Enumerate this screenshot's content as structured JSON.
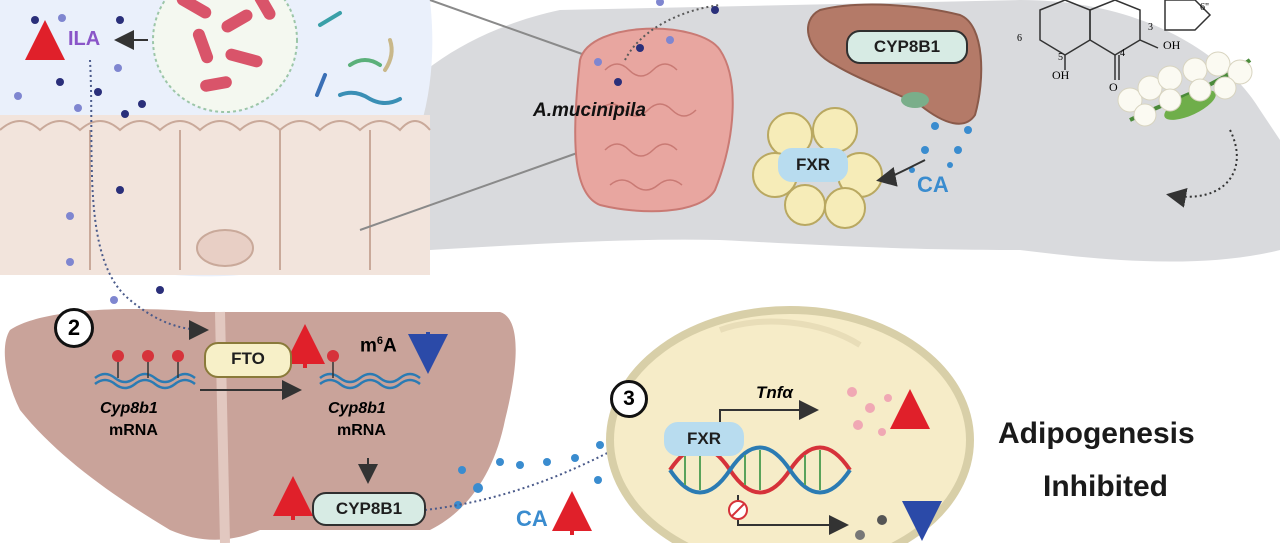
{
  "top": {
    "ila_label": "ILA",
    "bacterium_label": "A.mucinipila",
    "liver_enzyme_label": "CYP8B1",
    "adipose_receptor_label": "FXR",
    "bile_acid_label": "CA",
    "chem_labels": [
      "6",
      "5",
      "OH",
      "O",
      "4",
      "3",
      "OH",
      "6\""
    ]
  },
  "liver_panel": {
    "step_number": "2",
    "fto_label": "FTO",
    "m6a_label": "m",
    "m6a_sup": "6",
    "m6a_suffix": "A",
    "gene_left": "Cyp8b1",
    "mrna_left": "mRNA",
    "gene_right": "Cyp8b1",
    "mrna_right": "mRNA",
    "enzyme_label": "CYP8B1",
    "bile_acid_label": "CA"
  },
  "adipocyte_panel": {
    "step_number": "3",
    "receptor_label": "FXR",
    "cytokine_label": "Tnfα",
    "outcome_line1": "Adipogenesis",
    "outcome_line2": "Inhibited"
  },
  "colors": {
    "up_arrow": "#e0202a",
    "down_arrow": "#2b4aa8",
    "ila_text": "#8a55c8",
    "ca_text": "#3a8ccf",
    "liver": "#c9a39a",
    "mouse": "#d9dadd",
    "pill_fill": "#d7ebe4",
    "fto_fill": "#f7f0c8",
    "fxr_fill": "#b8dcef"
  }
}
